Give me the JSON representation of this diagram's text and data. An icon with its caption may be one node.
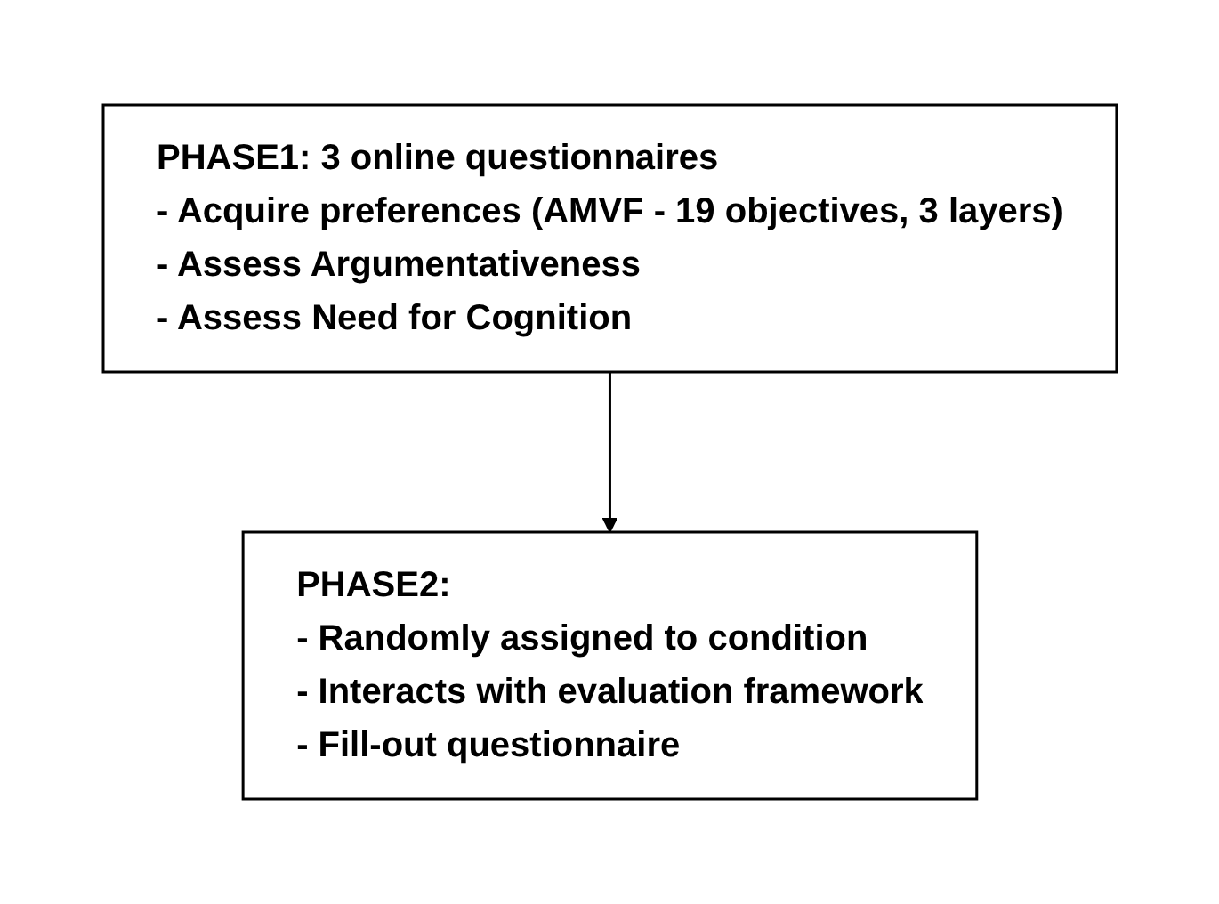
{
  "diagram": {
    "nodes": [
      {
        "text": [
          "PHASE1:  3 online questionnaires",
          "- Acquire preferences (AMVF - 19 objectives, 3 layers)",
          "- Assess Argumentativeness",
          "- Assess Need for Cognition"
        ]
      },
      {
        "text": [
          "PHASE2:",
          "- Randomly assigned to condition",
          "- Interacts with evaluation framework",
          "- Fill-out questionnaire"
        ]
      }
    ],
    "edges": [
      {
        "from": 0,
        "to": 1,
        "arrow": "to"
      }
    ]
  }
}
